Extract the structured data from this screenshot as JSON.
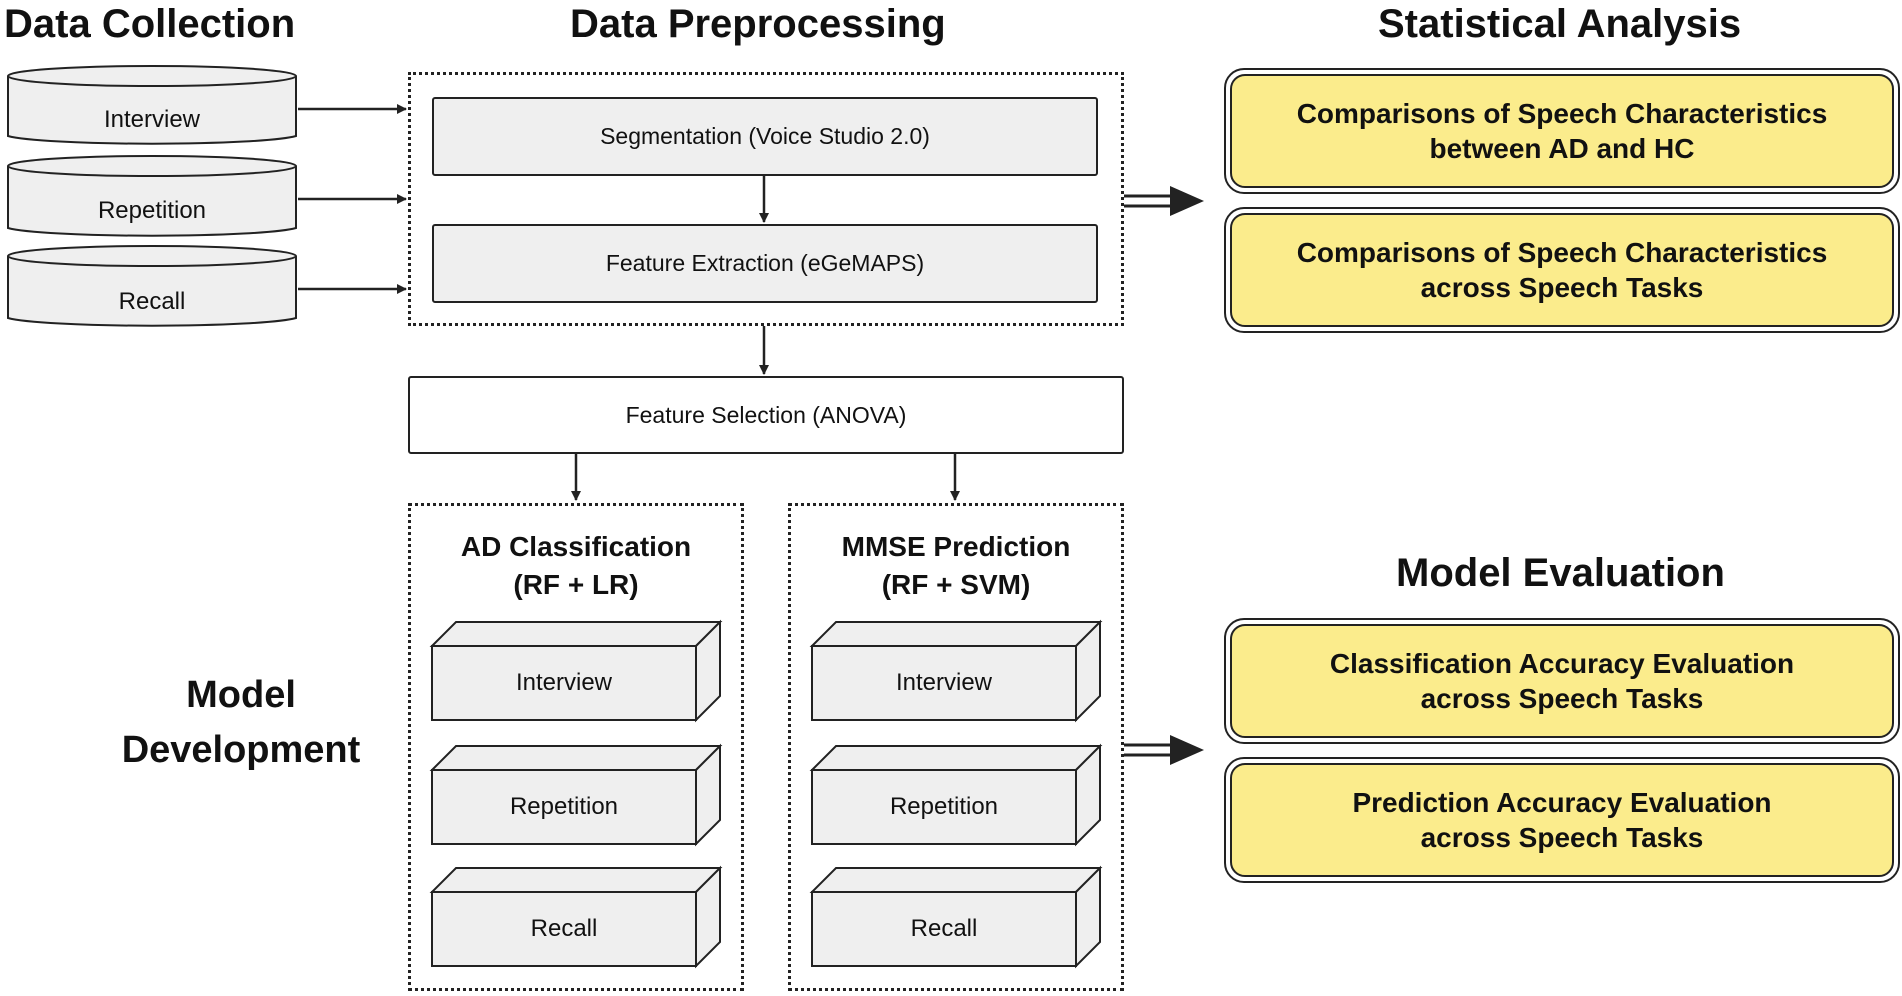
{
  "headings": {
    "data_collection": "Data Collection",
    "data_preprocessing": "Data Preprocessing",
    "statistical_analysis": "Statistical Analysis",
    "model_evaluation": "Model Evaluation",
    "model_development_line1": "Model",
    "model_development_line2": "Development"
  },
  "data_collection": {
    "sources": [
      "Interview",
      "Repetition",
      "Recall"
    ]
  },
  "preprocessing": {
    "segmentation": "Segmentation (Voice Studio 2.0)",
    "feature_extraction": "Feature Extraction (eGeMAPS)",
    "feature_selection": "Feature Selection (ANOVA)"
  },
  "ad_classification": {
    "title_line1": "AD Classification",
    "title_line2": "(RF + LR)",
    "tasks": [
      "Interview",
      "Repetition",
      "Recall"
    ]
  },
  "mmse_prediction": {
    "title_line1": "MMSE Prediction",
    "title_line2": "(RF + SVM)",
    "tasks": [
      "Interview",
      "Repetition",
      "Recall"
    ]
  },
  "statistical_analysis": {
    "items": [
      {
        "line1": "Comparisons of Speech Characteristics",
        "line2": "between AD and HC"
      },
      {
        "line1": "Comparisons of Speech Characteristics",
        "line2": "across Speech Tasks"
      }
    ]
  },
  "model_evaluation": {
    "items": [
      {
        "line1": "Classification Accuracy Evaluation",
        "line2": "across Speech Tasks"
      },
      {
        "line1": "Prediction Accuracy Evaluation",
        "line2": "across Speech Tasks"
      }
    ]
  },
  "colors": {
    "box_fill": "#efefef",
    "highlight_fill": "#fbec8c",
    "stroke": "#222222"
  }
}
